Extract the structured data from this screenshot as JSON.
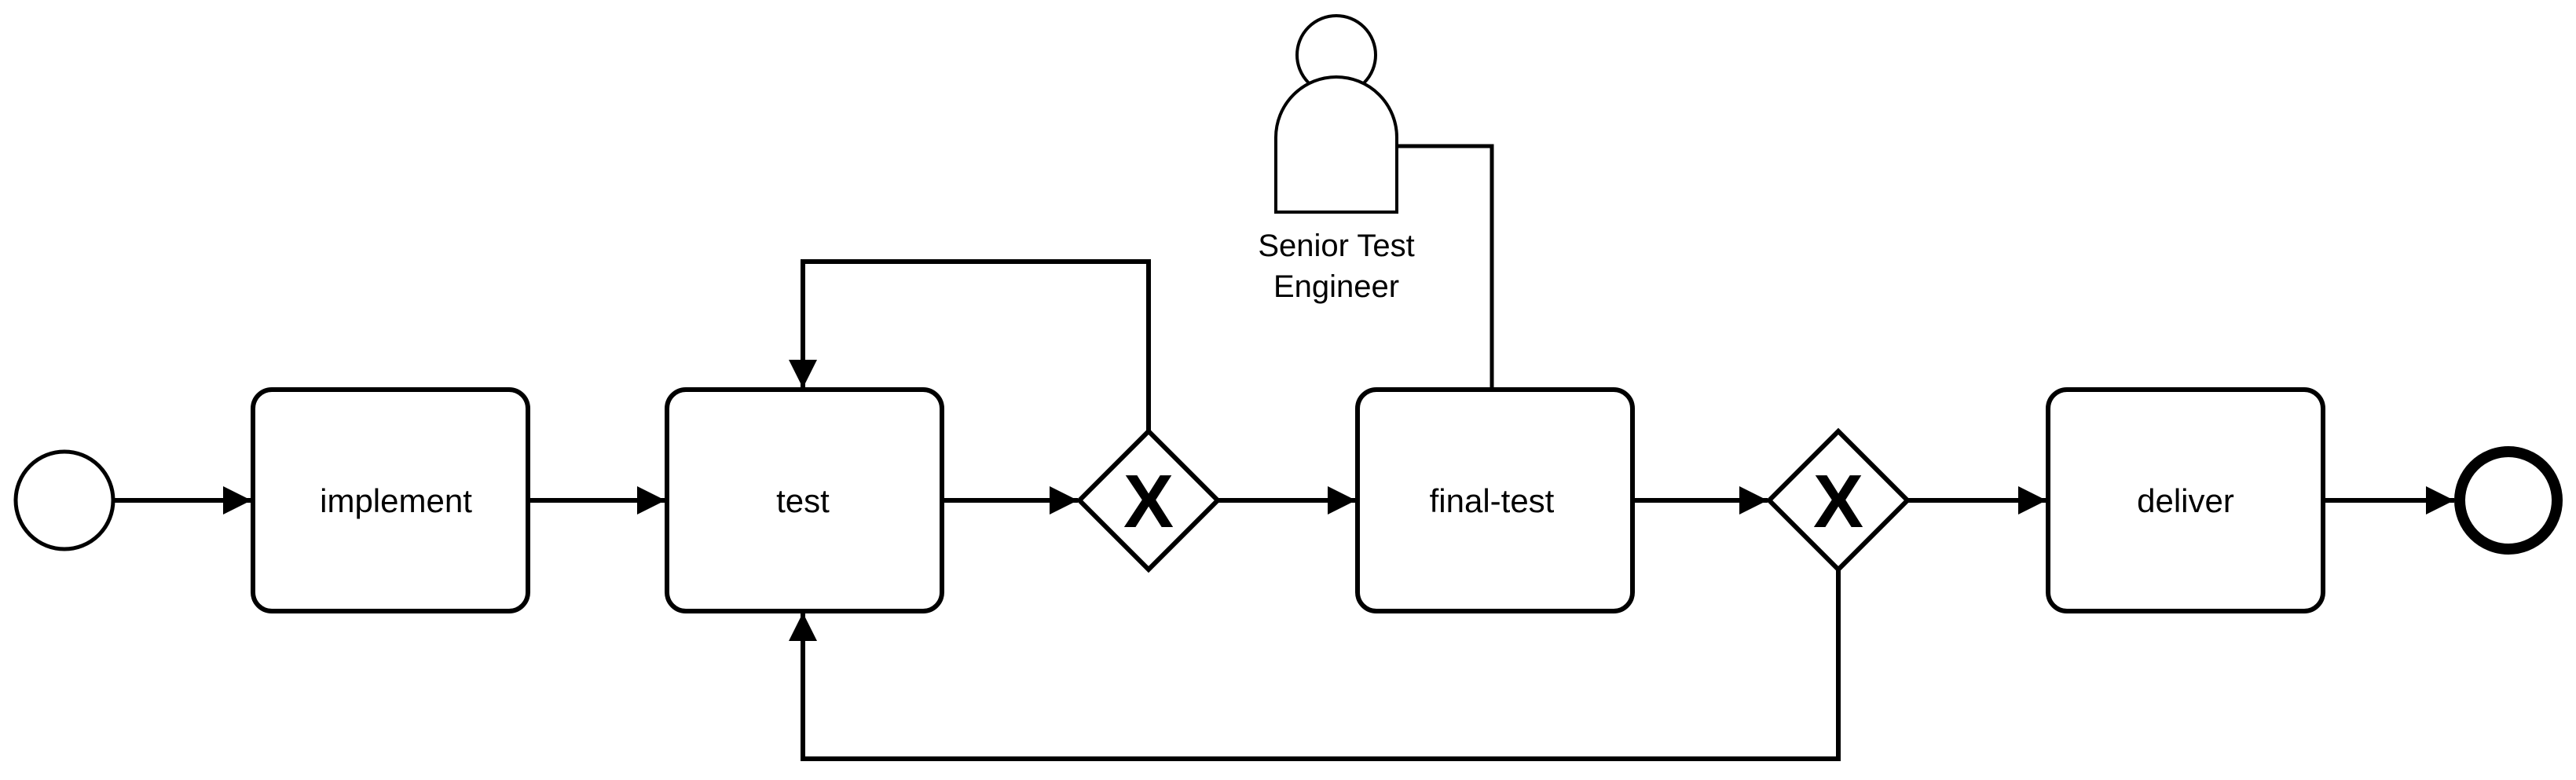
{
  "tasks": {
    "implement": "implement",
    "test": "test",
    "final_test": "final-test",
    "deliver": "deliver"
  },
  "gateways": {
    "first": {
      "symbol": "X"
    },
    "second": {
      "symbol": "X"
    }
  },
  "actor": {
    "line1": "Senior Test",
    "line2": "Engineer"
  },
  "colors": {
    "stroke": "#000000",
    "fill": "#ffffff"
  }
}
